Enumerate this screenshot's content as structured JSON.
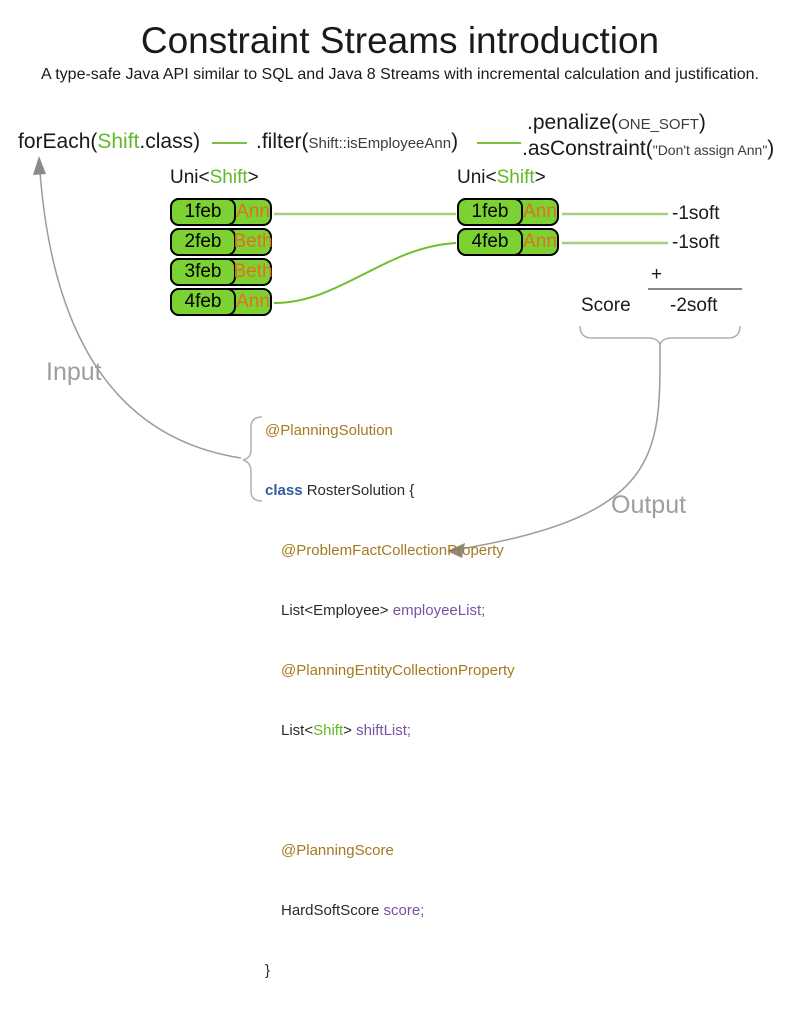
{
  "title": "Constraint Streams introduction",
  "subtitle": "A type-safe Java API similar to SQL and Java 8 Streams with incremental calculation and justification.",
  "pipeline": {
    "foreach_pre": "forEach(",
    "foreach_class": "Shift",
    "foreach_post": ".class)",
    "filter_pre": ".filter(",
    "filter_arg_class": "Shift",
    "filter_arg_rest": "::isEmployeeAnn",
    "filter_post": ")",
    "penalize_pre": ".penalize(",
    "penalize_arg": "ONE_SOFT",
    "penalize_post": ")",
    "asconstraint_pre": ".asConstraint(",
    "asconstraint_arg": "\"Don't assign Ann\"",
    "asconstraint_post": ")"
  },
  "streams": {
    "left": {
      "type_pre": "Uni<",
      "type_class": "Shift",
      "type_post": ">",
      "rows": [
        {
          "date": "1feb",
          "name": "Ann"
        },
        {
          "date": "2feb",
          "name": "Beth"
        },
        {
          "date": "3feb",
          "name": "Beth"
        },
        {
          "date": "4feb",
          "name": "Ann"
        }
      ]
    },
    "right": {
      "type_pre": "Uni<",
      "type_class": "Shift",
      "type_post": ">",
      "rows": [
        {
          "date": "1feb",
          "name": "Ann"
        },
        {
          "date": "4feb",
          "name": "Ann"
        }
      ]
    }
  },
  "penalties": {
    "first": "-1soft",
    "second": "-1soft"
  },
  "score_summary": {
    "plus": "+",
    "label": "Score",
    "value": "-2soft"
  },
  "labels": {
    "input": "Input",
    "output": "Output"
  },
  "code": {
    "l1": "@PlanningSolution",
    "l2_kw": "class",
    "l2_rest": " RosterSolution {",
    "l3": "@ProblemFactCollectionProperty",
    "l4_a": "List<Employee> ",
    "l4_b": "employeeList;",
    "l5": "@PlanningEntityCollectionProperty",
    "l6_a": "List<",
    "l6_b": "Shift",
    "l6_c": "> ",
    "l6_d": "shiftList;",
    "l8": "@PlanningScore",
    "l9_a": "HardSoftScore ",
    "l9_b": "score;",
    "l10": "}"
  },
  "colors": {
    "box_green": "#7bd232",
    "connector_green": "#6fbe2e",
    "connector_light_green": "#a6cf7d",
    "name_orange": "#e2701d",
    "annotation_gold": "#a5791e",
    "keyword_blue": "#2f5c9e",
    "field_purple": "#7a52a5",
    "class_green": "#61b928",
    "arrow_gray": "#9b9b9b"
  }
}
